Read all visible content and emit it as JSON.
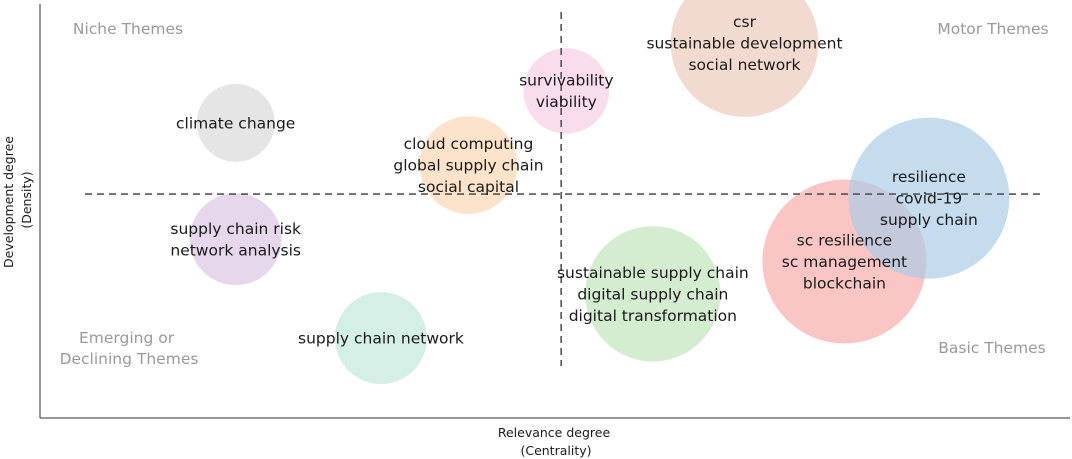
{
  "chart_data": {
    "type": "scatter",
    "title": "",
    "xlabel": [
      "Relevance degree",
      "(Centrality)"
    ],
    "ylabel": [
      "Development degree",
      "(Density)"
    ],
    "grid": false,
    "quadrants": {
      "top_left": [
        "Niche Themes"
      ],
      "top_right": [
        "Motor Themes"
      ],
      "bottom_left": [
        "Emerging or",
        "Declining Themes"
      ],
      "bottom_right": [
        "Basic Themes"
      ]
    },
    "clusters": [
      {
        "labels": [
          "climate change"
        ],
        "x": 0.19,
        "y": 0.713,
        "size": 0.08,
        "color": "#d9d9d9"
      },
      {
        "labels": [
          "supply chain risk",
          "network analysis"
        ],
        "x": 0.19,
        "y": 0.432,
        "size": 0.16,
        "color": "#dcc4e4"
      },
      {
        "labels": [
          "supply chain network"
        ],
        "x": 0.331,
        "y": 0.193,
        "size": 0.16,
        "color": "#bfe8d8"
      },
      {
        "labels": [
          "cloud computing",
          "global supply chain",
          "social capital"
        ],
        "x": 0.416,
        "y": 0.611,
        "size": 0.2,
        "color": "#fbd5b0"
      },
      {
        "labels": [
          "survivability",
          "viability"
        ],
        "x": 0.511,
        "y": 0.79,
        "size": 0.12,
        "color": "#f6cde4"
      },
      {
        "labels": [
          "sustainable supply chain",
          "digital supply chain",
          "digital transformation"
        ],
        "x": 0.595,
        "y": 0.3,
        "size": 0.58,
        "color": "#bfe3b8"
      },
      {
        "labels": [
          "csr",
          "sustainable development",
          "social network"
        ],
        "x": 0.684,
        "y": 0.906,
        "size": 0.75,
        "color": "#ecc8bb"
      },
      {
        "labels": [
          "sc resilience",
          "sc management",
          "blockchain"
        ],
        "x": 0.781,
        "y": 0.378,
        "size": 1.0,
        "color": "#f7aaaa"
      },
      {
        "labels": [
          "resilience",
          "covid-19",
          "supply chain"
        ],
        "x": 0.863,
        "y": 0.531,
        "size": 0.95,
        "color": "#a9cbe6"
      }
    ],
    "reference_lines": {
      "x": 0.506,
      "y": 0.541
    }
  }
}
